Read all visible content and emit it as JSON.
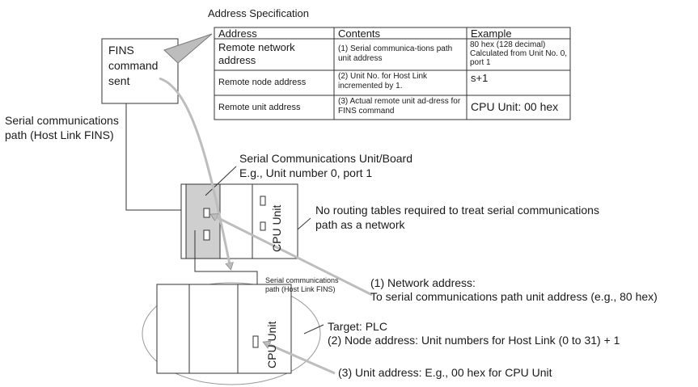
{
  "spec_title": "Address Specification",
  "table": {
    "headers": [
      "Address",
      "Contents",
      "Example"
    ],
    "rows": [
      {
        "address": "Remote network address",
        "contents": "(1) Serial communica-tions path unit address",
        "example": "80 hex (128 decimal) Calculated from Unit No. 0, port 1"
      },
      {
        "address": "Remote node address",
        "contents": "(2) Unit No. for Host Link incremented by 1.",
        "example": "s+1"
      },
      {
        "address": "Remote unit address",
        "contents": "(3) Actual remote unit ad-dress for FINS command",
        "example": "CPU Unit: 00 hex"
      }
    ]
  },
  "fins_box": {
    "line1": "FINS",
    "line2": "command",
    "line3": "sent"
  },
  "serial_path_label": {
    "line1": "Serial communications",
    "line2": "path (Host Link FINS)"
  },
  "scu_label": {
    "line1": "Serial Communications Unit/Board",
    "line2": "E.g., Unit number 0, port 1"
  },
  "cpu_unit_label": "CPU Unit",
  "routing_note": {
    "line1": "No routing tables required to treat serial communications",
    "line2": "path as a network"
  },
  "small_path_label": {
    "line1": "Serial communications",
    "line2": "path (Host Link FINS)"
  },
  "network_address": {
    "line1": "(1) Network address:",
    "line2": "To serial communications path unit address (e.g., 80 hex)"
  },
  "target": {
    "line1": "Target: PLC",
    "line2": "(2) Node address: Unit numbers for Host Link (0 to 31) + 1"
  },
  "unit_address": "(3) Unit address: E.g., 00 hex for CPU Unit",
  "colors": {
    "line": "#333333",
    "arrow_fill": "#cccccc",
    "scu_fill": "#cfcfcf",
    "ellipse": "#999999"
  }
}
